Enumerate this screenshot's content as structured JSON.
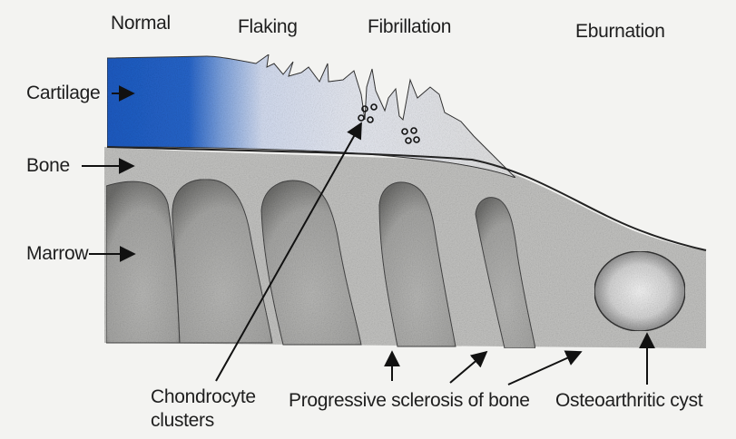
{
  "stages": {
    "normal": "Normal",
    "flaking": "Flaking",
    "fibrillation": "Fibrillation",
    "eburnation": "Eburnation"
  },
  "layers": {
    "cartilage": "Cartilage",
    "bone": "Bone",
    "marrow": "Marrow"
  },
  "annotations": {
    "chondrocyte_line1": "Chondrocyte",
    "chondrocyte_line2": "clusters",
    "sclerosis": "Progressive sclerosis of bone",
    "cyst": "Osteoarthritic cyst"
  },
  "colors": {
    "cartilage_blue": "#1f5fc6",
    "bone_gray": "#c3c3c1",
    "marrow_gray": "#a9a9a7",
    "background": "#f3f3f1"
  }
}
